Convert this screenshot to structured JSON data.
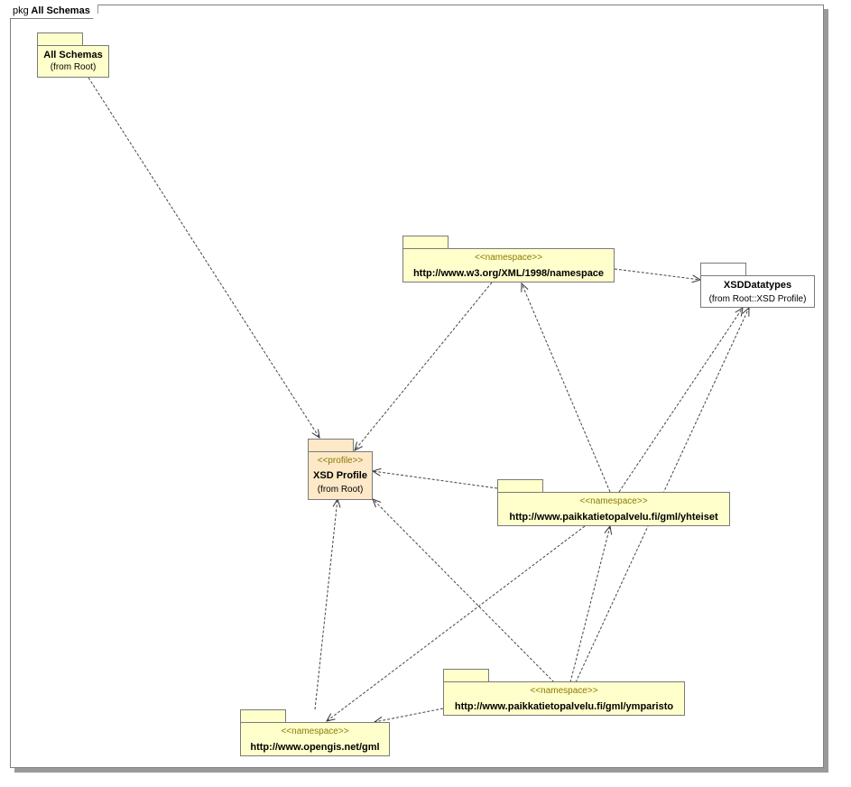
{
  "diagram": {
    "kind": "pkg",
    "title": "All Schemas"
  },
  "packages": {
    "all_schemas": {
      "name": "All Schemas",
      "from": "(from Root)"
    },
    "w3": {
      "stereotype": "<<namespace>>",
      "name": "http://www.w3.org/XML/1998/namespace"
    },
    "xsd_datatypes": {
      "name": "XSDDatatypes",
      "from": "(from Root::XSD Profile)"
    },
    "xsd_profile": {
      "stereotype": "<<profile>>",
      "name": "XSD Profile",
      "from": "(from Root)"
    },
    "yhteiset": {
      "stereotype": "<<namespace>>",
      "name": "http://www.paikkatietopalvelu.fi/gml/yhteiset"
    },
    "ymparisto": {
      "stereotype": "<<namespace>>",
      "name": "http://www.paikkatietopalvelu.fi/gml/ymparisto"
    },
    "gml": {
      "stereotype": "<<namespace>>",
      "name": "http://www.opengis.net/gml"
    }
  },
  "colors": {
    "package_fill": "#ffffcc",
    "profile_fill": "#fde9c8",
    "stereotype_text": "#8a7a00",
    "border": "#7a7a7a"
  }
}
